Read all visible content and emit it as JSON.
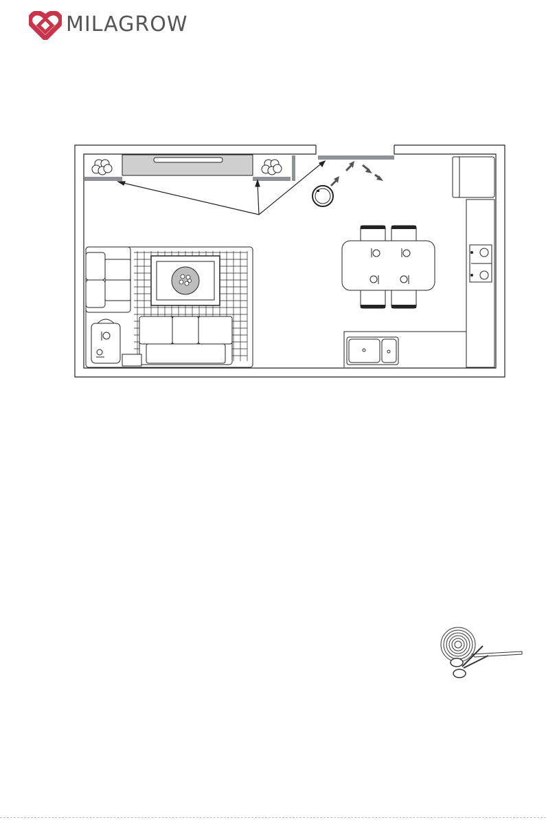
{
  "brand": {
    "name": "MILAGROW",
    "logo_color": "#c8354a",
    "text_color": "#555555"
  },
  "floorplan": {
    "description_icons": [
      "plant-icon",
      "tv-unit",
      "robot-vacuum-icon",
      "sofa",
      "dining-table",
      "chair",
      "plate-icon",
      "sink",
      "stove-icon",
      "boundary-strip"
    ],
    "strip_color": "#8e9297",
    "line_color": "#222222"
  },
  "illustration": {
    "icon": "magnetic-tape-with-scissors-icon"
  }
}
